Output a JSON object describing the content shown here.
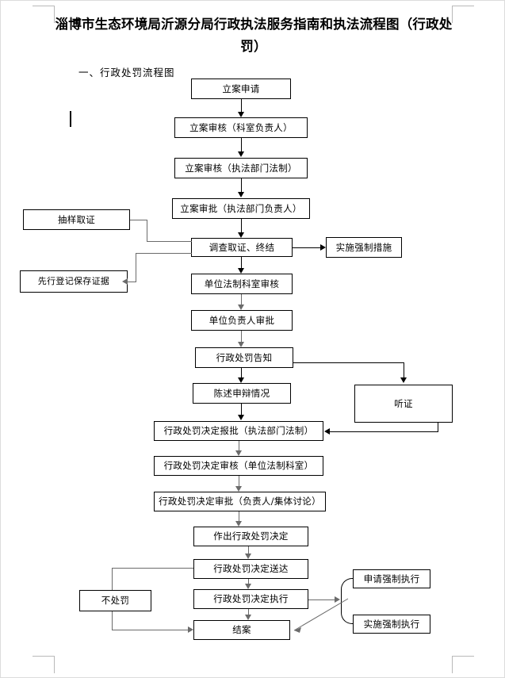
{
  "document": {
    "title": "淄博市生态环境局沂源分局行政执法服务指南和执法流程图（行政处罚）",
    "subtitle": "一、行政处罚流程图"
  },
  "flowchart": {
    "type": "flowchart",
    "orientation": "top-to-bottom",
    "nodes": [
      {
        "id": "n1",
        "label": "立案申请"
      },
      {
        "id": "n2",
        "label": "立案审核（科室负责人）"
      },
      {
        "id": "n3",
        "label": "立案审核（执法部门法制）"
      },
      {
        "id": "n4",
        "label": "立案审批（执法部门负责人）"
      },
      {
        "id": "n5",
        "label": "调查取证、终结"
      },
      {
        "id": "n6",
        "label": "抽样取证"
      },
      {
        "id": "n7",
        "label": "先行登记保存证据"
      },
      {
        "id": "n8",
        "label": "实施强制措施"
      },
      {
        "id": "n9",
        "label": "单位法制科室审核"
      },
      {
        "id": "n10",
        "label": "单位负责人审批"
      },
      {
        "id": "n11",
        "label": "行政处罚告知"
      },
      {
        "id": "n12",
        "label": "陈述申辩情况"
      },
      {
        "id": "n13",
        "label": "听证"
      },
      {
        "id": "n14",
        "label": "行政处罚决定报批（执法部门法制）"
      },
      {
        "id": "n15",
        "label": "行政处罚决定审核（单位法制科室）"
      },
      {
        "id": "n16",
        "label": "行政处罚决定审批（负责人/集体讨论）"
      },
      {
        "id": "n17",
        "label": "作出行政处罚决定"
      },
      {
        "id": "n18",
        "label": "行政处罚决定送达"
      },
      {
        "id": "n19",
        "label": "行政处罚决定执行"
      },
      {
        "id": "n20",
        "label": "不处罚"
      },
      {
        "id": "n21",
        "label": "结案"
      },
      {
        "id": "n22",
        "label": "申请强制执行"
      },
      {
        "id": "n23",
        "label": "实施强制执行"
      }
    ],
    "edges": [
      {
        "from": "n1",
        "to": "n2"
      },
      {
        "from": "n2",
        "to": "n3"
      },
      {
        "from": "n3",
        "to": "n4"
      },
      {
        "from": "n4",
        "to": "n5"
      },
      {
        "from": "n6",
        "to": "n5"
      },
      {
        "from": "n5",
        "to": "n7"
      },
      {
        "from": "n5",
        "to": "n8"
      },
      {
        "from": "n5",
        "to": "n9"
      },
      {
        "from": "n9",
        "to": "n10"
      },
      {
        "from": "n10",
        "to": "n11"
      },
      {
        "from": "n11",
        "to": "n12"
      },
      {
        "from": "n11",
        "to": "n13"
      },
      {
        "from": "n12",
        "to": "n14"
      },
      {
        "from": "n13",
        "to": "n14"
      },
      {
        "from": "n14",
        "to": "n15"
      },
      {
        "from": "n15",
        "to": "n16"
      },
      {
        "from": "n16",
        "to": "n17"
      },
      {
        "from": "n17",
        "to": "n18"
      },
      {
        "from": "n18",
        "to": "n19"
      },
      {
        "from": "n18",
        "to": "n20"
      },
      {
        "from": "n19",
        "to": "n21"
      },
      {
        "from": "n19",
        "to": "n22"
      },
      {
        "from": "n19",
        "to": "n23"
      },
      {
        "from": "n20",
        "to": "n21"
      },
      {
        "from": "n22",
        "to": "n21"
      },
      {
        "from": "n23",
        "to": "n21"
      }
    ]
  },
  "colors": {
    "line": "#000000",
    "line_gray": "#6b6b6b",
    "page_border": "#dcdcdc",
    "crop_mark": "#b9b9b9",
    "text": "#000000"
  }
}
